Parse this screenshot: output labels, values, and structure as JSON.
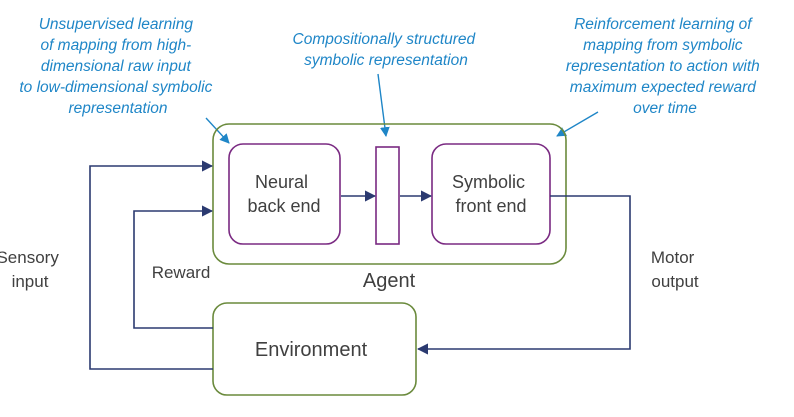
{
  "annotations": {
    "unsupervised": [
      "Unsupervised learning",
      "of mapping from high-",
      "dimensional raw input",
      "to low-dimensional symbolic",
      "representation"
    ],
    "compositional": [
      "Compositionally structured",
      "symbolic representation"
    ],
    "reinforcement": [
      "Reinforcement learning of",
      "mapping from symbolic",
      "representation to action with",
      "maximum expected reward",
      "over time"
    ]
  },
  "boxes": {
    "neural": [
      "Neural",
      "back end"
    ],
    "symbolic": [
      "Symbolic",
      "front end"
    ],
    "agent": "Agent",
    "environment": "Environment"
  },
  "labels": {
    "sensory": [
      "Sensory",
      "input"
    ],
    "reward": "Reward",
    "motor": [
      "Motor",
      "output"
    ]
  },
  "colors": {
    "annotation": "#1f86c7",
    "agent_border": "#6a8a3c",
    "module_border": "#7a2a82",
    "arrow": "#2b3a70",
    "text": "#404040"
  }
}
